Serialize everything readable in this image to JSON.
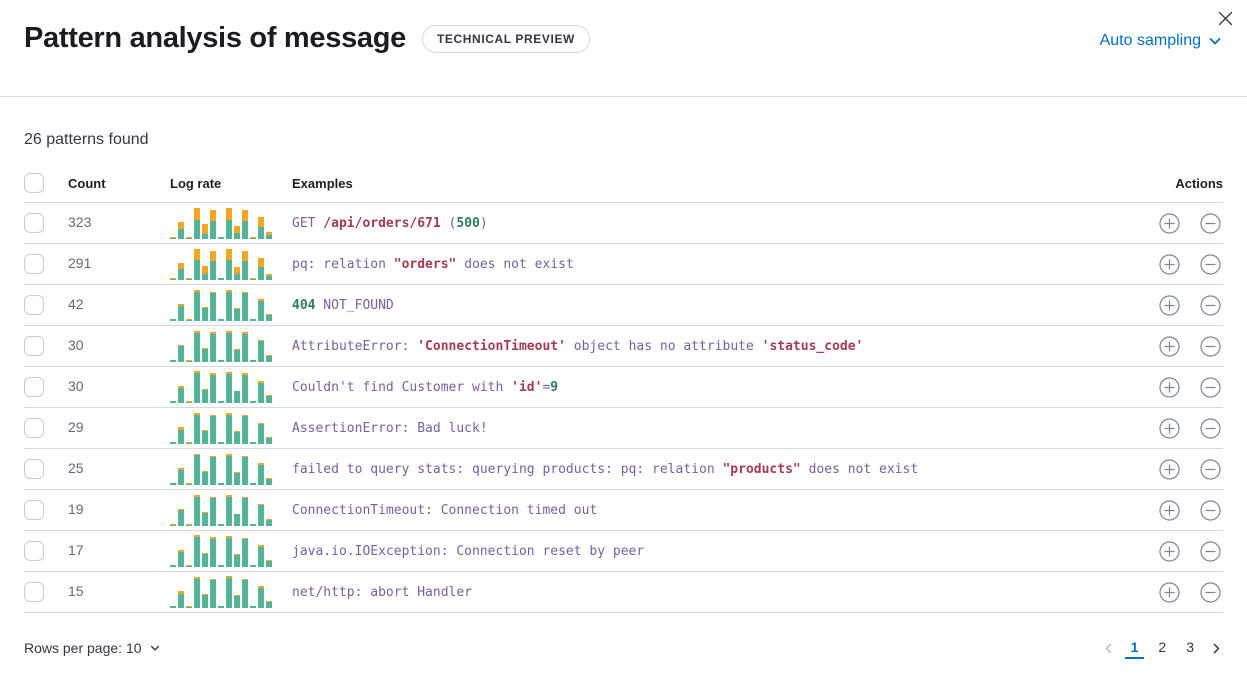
{
  "colors": {
    "primary": "#0071c2",
    "border": "#d3dae6",
    "example_base": "#7a5fa0",
    "example_accent": "#a43a54",
    "example_number": "#2b7c5e",
    "spark_teal": "#54b399",
    "spark_orange": "#f5a623",
    "icon_gray": "#7d8693",
    "disabled_gray": "#b4bac6"
  },
  "header": {
    "title": "Pattern analysis of message",
    "badge": "TECHNICAL PREVIEW",
    "sampling_label": "Auto sampling"
  },
  "summary": "26 patterns found",
  "table": {
    "columns": {
      "count": "Count",
      "log_rate": "Log rate",
      "examples": "Examples",
      "actions": "Actions"
    },
    "rows": [
      {
        "count": "323",
        "spark": {
          "teal": [
            4,
            32,
            4,
            60,
            16,
            56,
            5,
            60,
            18,
            56,
            4,
            38,
            12
          ],
          "orange": [
            2,
            20,
            1,
            38,
            30,
            36,
            2,
            38,
            24,
            36,
            1,
            30,
            10
          ]
        },
        "example": [
          {
            "t": "GET",
            "c": "base"
          },
          {
            "t": " /api/orders/671",
            "c": "accent"
          },
          {
            "t": " (",
            "c": "base"
          },
          {
            "t": "500",
            "c": "num"
          },
          {
            "t": ")",
            "c": "base"
          }
        ]
      },
      {
        "count": "291",
        "spark": {
          "teal": [
            4,
            34,
            4,
            62,
            18,
            58,
            5,
            62,
            20,
            58,
            4,
            40,
            12
          ],
          "orange": [
            2,
            18,
            1,
            34,
            26,
            32,
            2,
            34,
            20,
            32,
            1,
            28,
            8
          ]
        },
        "example": [
          {
            "t": "pq: relation ",
            "c": "base"
          },
          {
            "t": "\"orders\"",
            "c": "accent"
          },
          {
            "t": " does not exist",
            "c": "base"
          }
        ]
      },
      {
        "count": "42",
        "spark": {
          "teal": [
            5,
            48,
            4,
            90,
            40,
            86,
            6,
            90,
            38,
            86,
            5,
            64,
            20
          ],
          "orange": [
            1,
            4,
            1,
            6,
            4,
            5,
            1,
            6,
            3,
            5,
            1,
            4,
            2
          ]
        },
        "example": [
          {
            "t": "404",
            "c": "num"
          },
          {
            "t": " NOT_FOUND",
            "c": "base"
          }
        ]
      },
      {
        "count": "30",
        "spark": {
          "teal": [
            5,
            50,
            4,
            92,
            40,
            88,
            6,
            92,
            38,
            88,
            5,
            66,
            20
          ],
          "orange": [
            1,
            3,
            1,
            5,
            3,
            5,
            1,
            5,
            3,
            5,
            1,
            4,
            2
          ]
        },
        "example": [
          {
            "t": "AttributeError: ",
            "c": "base"
          },
          {
            "t": "'ConnectionTimeout'",
            "c": "accent"
          },
          {
            "t": " object has no attribute ",
            "c": "base"
          },
          {
            "t": "'status_code'",
            "c": "accent"
          }
        ]
      },
      {
        "count": "30",
        "spark": {
          "teal": [
            5,
            48,
            4,
            94,
            42,
            88,
            6,
            92,
            36,
            88,
            5,
            64,
            22
          ],
          "orange": [
            1,
            4,
            1,
            6,
            3,
            5,
            1,
            5,
            3,
            5,
            1,
            4,
            2
          ]
        },
        "example": [
          {
            "t": "Couldn't find Customer with ",
            "c": "base"
          },
          {
            "t": "'id'",
            "c": "accent"
          },
          {
            "t": "=",
            "c": "base"
          },
          {
            "t": "9",
            "c": "num"
          }
        ]
      },
      {
        "count": "29",
        "spark": {
          "teal": [
            5,
            44,
            4,
            92,
            40,
            88,
            6,
            92,
            38,
            88,
            5,
            62,
            20
          ],
          "orange": [
            1,
            8,
            1,
            4,
            3,
            4,
            1,
            4,
            3,
            4,
            1,
            4,
            2
          ]
        },
        "example": [
          {
            "t": "AssertionError: Bad luck!",
            "c": "base"
          }
        ]
      },
      {
        "count": "25",
        "spark": {
          "teal": [
            5,
            48,
            4,
            94,
            40,
            86,
            6,
            92,
            38,
            86,
            5,
            64,
            20
          ],
          "orange": [
            1,
            4,
            1,
            4,
            4,
            6,
            1,
            5,
            3,
            5,
            1,
            4,
            2
          ]
        },
        "example": [
          {
            "t": "failed to query stats: querying products: pq: relation ",
            "c": "base"
          },
          {
            "t": "\"products\"",
            "c": "accent"
          },
          {
            "t": " does not exist",
            "c": "base"
          }
        ]
      },
      {
        "count": "19",
        "spark": {
          "teal": [
            4,
            50,
            4,
            92,
            42,
            88,
            6,
            92,
            36,
            88,
            5,
            66,
            20
          ],
          "orange": [
            2,
            3,
            1,
            5,
            3,
            4,
            1,
            5,
            3,
            4,
            1,
            3,
            2
          ]
        },
        "example": [
          {
            "t": "ConnectionTimeout: Connection timed out",
            "c": "base"
          }
        ]
      },
      {
        "count": "17",
        "spark": {
          "teal": [
            5,
            48,
            4,
            94,
            40,
            88,
            6,
            92,
            38,
            86,
            5,
            64,
            20
          ],
          "orange": [
            1,
            4,
            1,
            5,
            3,
            5,
            1,
            4,
            3,
            5,
            1,
            4,
            2
          ]
        },
        "example": [
          {
            "t": "java.io.IOException: Connection reset by peer",
            "c": "base"
          }
        ]
      },
      {
        "count": "15",
        "spark": {
          "teal": [
            5,
            44,
            4,
            92,
            40,
            88,
            6,
            94,
            38,
            88,
            5,
            64,
            20
          ],
          "orange": [
            1,
            8,
            1,
            4,
            3,
            4,
            1,
            5,
            3,
            4,
            1,
            4,
            2
          ]
        },
        "example": [
          {
            "t": "net/http: abort Handler",
            "c": "base"
          }
        ]
      }
    ]
  },
  "footer": {
    "rows_per_page": "Rows per page: 10",
    "pages": [
      "1",
      "2",
      "3"
    ],
    "active_page": "1"
  }
}
